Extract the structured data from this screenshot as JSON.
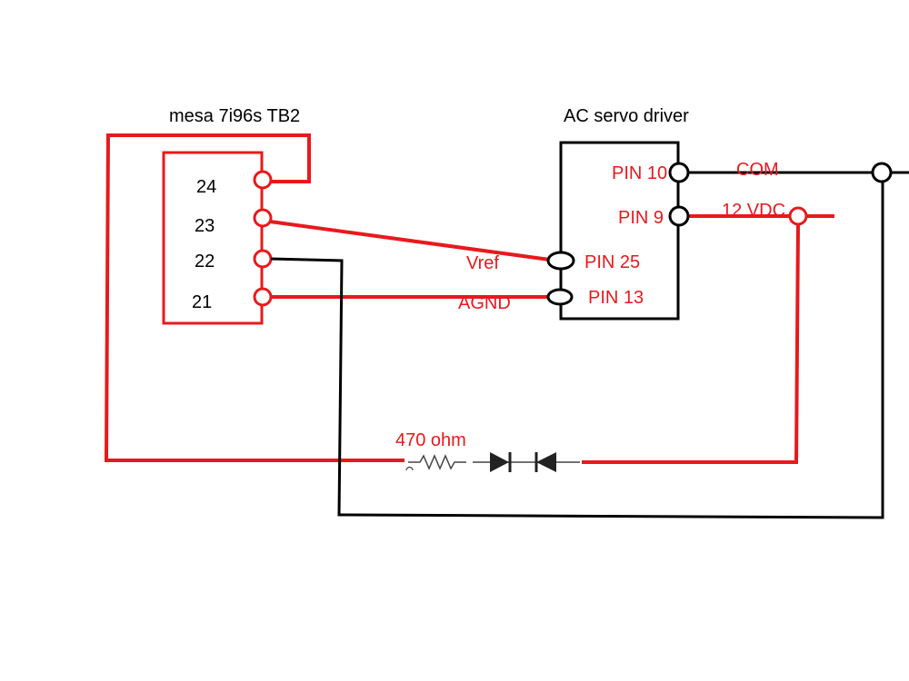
{
  "colors": {
    "red_wire": "#e8191c",
    "black_wire": "#000000",
    "background": "#ffffff"
  },
  "left_block": {
    "title": "mesa 7i96s TB2",
    "terminals": [
      "24",
      "23",
      "22",
      "21"
    ]
  },
  "right_block": {
    "title": "AC servo driver",
    "pins": {
      "pin10": "PIN 10",
      "pin9": "PIN 9",
      "pin25": "PIN 25",
      "pin13": "PIN 13"
    }
  },
  "wire_labels": {
    "com": "COM",
    "vdc": "12 VDC",
    "vref": "Vref",
    "agnd": "AGND"
  },
  "components": {
    "resistor_label": "470 ohm",
    "icons": [
      "resistor-icon",
      "diode-icon",
      "diode-icon"
    ]
  }
}
